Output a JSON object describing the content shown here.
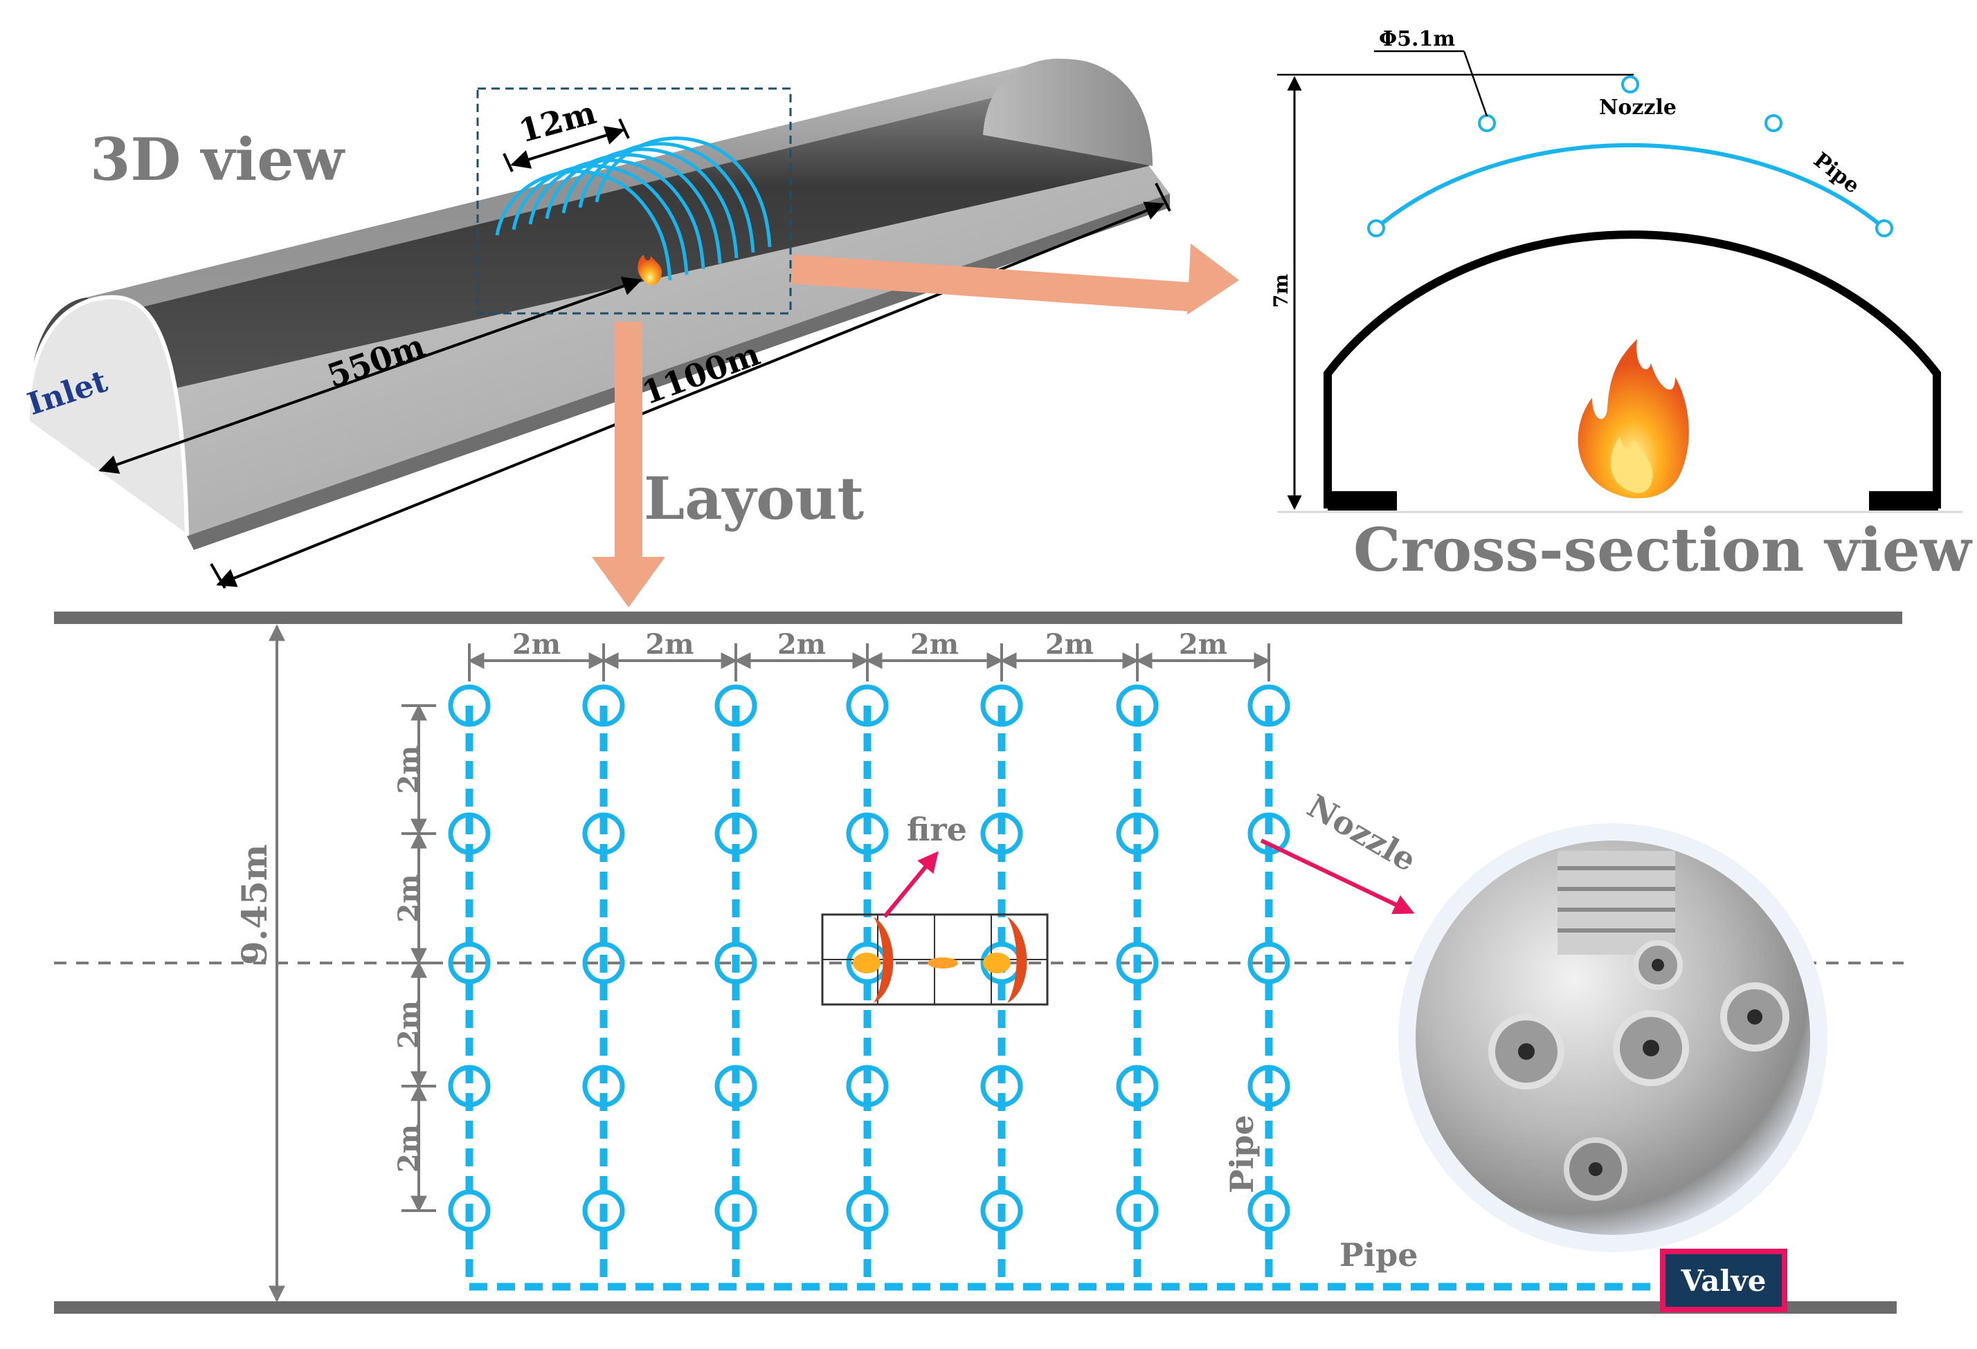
{
  "views": {
    "view3d_title": "3D view",
    "section_title": "Cross-section view",
    "layout_title": "Layout"
  },
  "tunnel3d": {
    "inlet": "Inlet",
    "len_half": "550m",
    "len_total": "1100m",
    "span": "12m"
  },
  "section": {
    "diameter": "Φ5.1m",
    "height": "7m",
    "nozzle": "Nozzle",
    "pipe": "Pipe"
  },
  "layout": {
    "width": "9.45m",
    "col_spacing": [
      "2m",
      "2m",
      "2m",
      "2m",
      "2m",
      "2m"
    ],
    "row_spacing": [
      "2m",
      "2m",
      "2m",
      "2m"
    ],
    "fire": "fire",
    "nozzle": "Nozzle",
    "pipe_vertical": "Pipe",
    "pipe_horizontal": "Pipe",
    "valve": "Valve"
  },
  "colors": {
    "pipe": "#19b4ec",
    "arrow_big": "#f0a584",
    "pointer": "#e8145e",
    "valve_bg": "#153a5c",
    "valve_border": "#e8145e",
    "label_gray": "#7a7a7a",
    "wall": "#6b6b6b"
  }
}
